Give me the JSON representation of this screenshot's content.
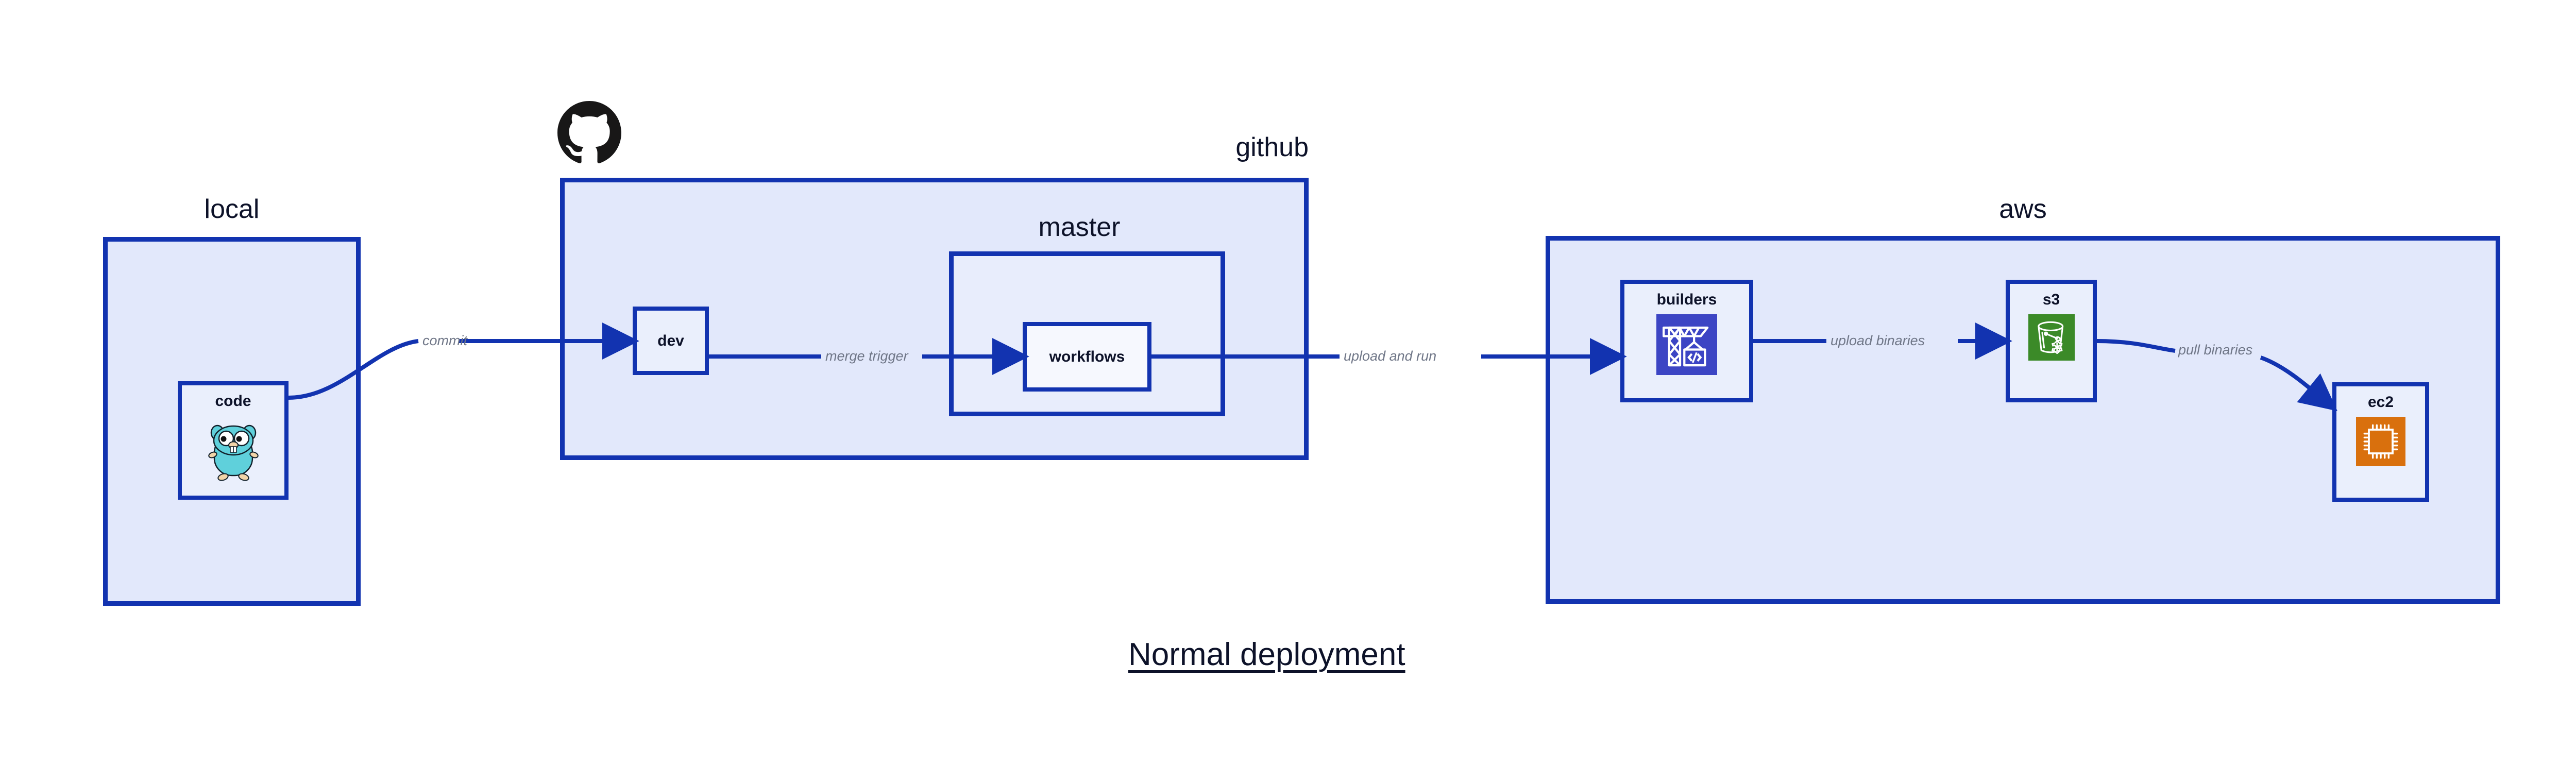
{
  "title": "Normal deployment",
  "colors": {
    "zone_fill": "#e2e8fb",
    "zone_inner_fill": "#e8edfc",
    "node_fill": "#eaeffc",
    "border_blue": "#1233b0",
    "arrow_blue": "#1233b0",
    "edge_label_gray": "#6f7687",
    "text_dark": "#0d1229",
    "codebuild_blue": "#3c45c4",
    "s3_green": "#3b8a28",
    "ec2_orange": "#d9700d",
    "gopher_cyan": "#5fd0db",
    "github_black": "#181717"
  },
  "zones": [
    {
      "id": "local",
      "label": "local",
      "label_align": "center"
    },
    {
      "id": "github",
      "label": "github",
      "label_align": "right"
    },
    {
      "id": "master",
      "label": "master",
      "label_align": "center"
    },
    {
      "id": "aws",
      "label": "aws",
      "label_align": "center"
    }
  ],
  "nodes": [
    {
      "id": "code",
      "label": "code",
      "icon": "go-gopher-icon"
    },
    {
      "id": "dev",
      "label": "dev",
      "icon": "none"
    },
    {
      "id": "workflows",
      "label": "workflows",
      "icon": "none"
    },
    {
      "id": "builders",
      "label": "builders",
      "icon": "aws-codebuild-icon"
    },
    {
      "id": "s3",
      "label": "s3",
      "icon": "aws-s3-glacier-icon"
    },
    {
      "id": "ec2",
      "label": "ec2",
      "icon": "aws-ec2-icon"
    }
  ],
  "edges": [
    {
      "id": "commit",
      "label": "commit",
      "from": "code",
      "to": "dev"
    },
    {
      "id": "merge-trigger",
      "label": "merge trigger",
      "from": "dev",
      "to": "workflows"
    },
    {
      "id": "upload-and-run",
      "label": "upload and run",
      "from": "workflows",
      "to": "builders"
    },
    {
      "id": "upload-binaries",
      "label": "upload binaries",
      "from": "builders",
      "to": "s3"
    },
    {
      "id": "pull-binaries",
      "label": "pull binaries",
      "from": "s3",
      "to": "ec2"
    }
  ],
  "logos": [
    {
      "id": "github-mark",
      "name": "github-octocat-logo"
    }
  ]
}
